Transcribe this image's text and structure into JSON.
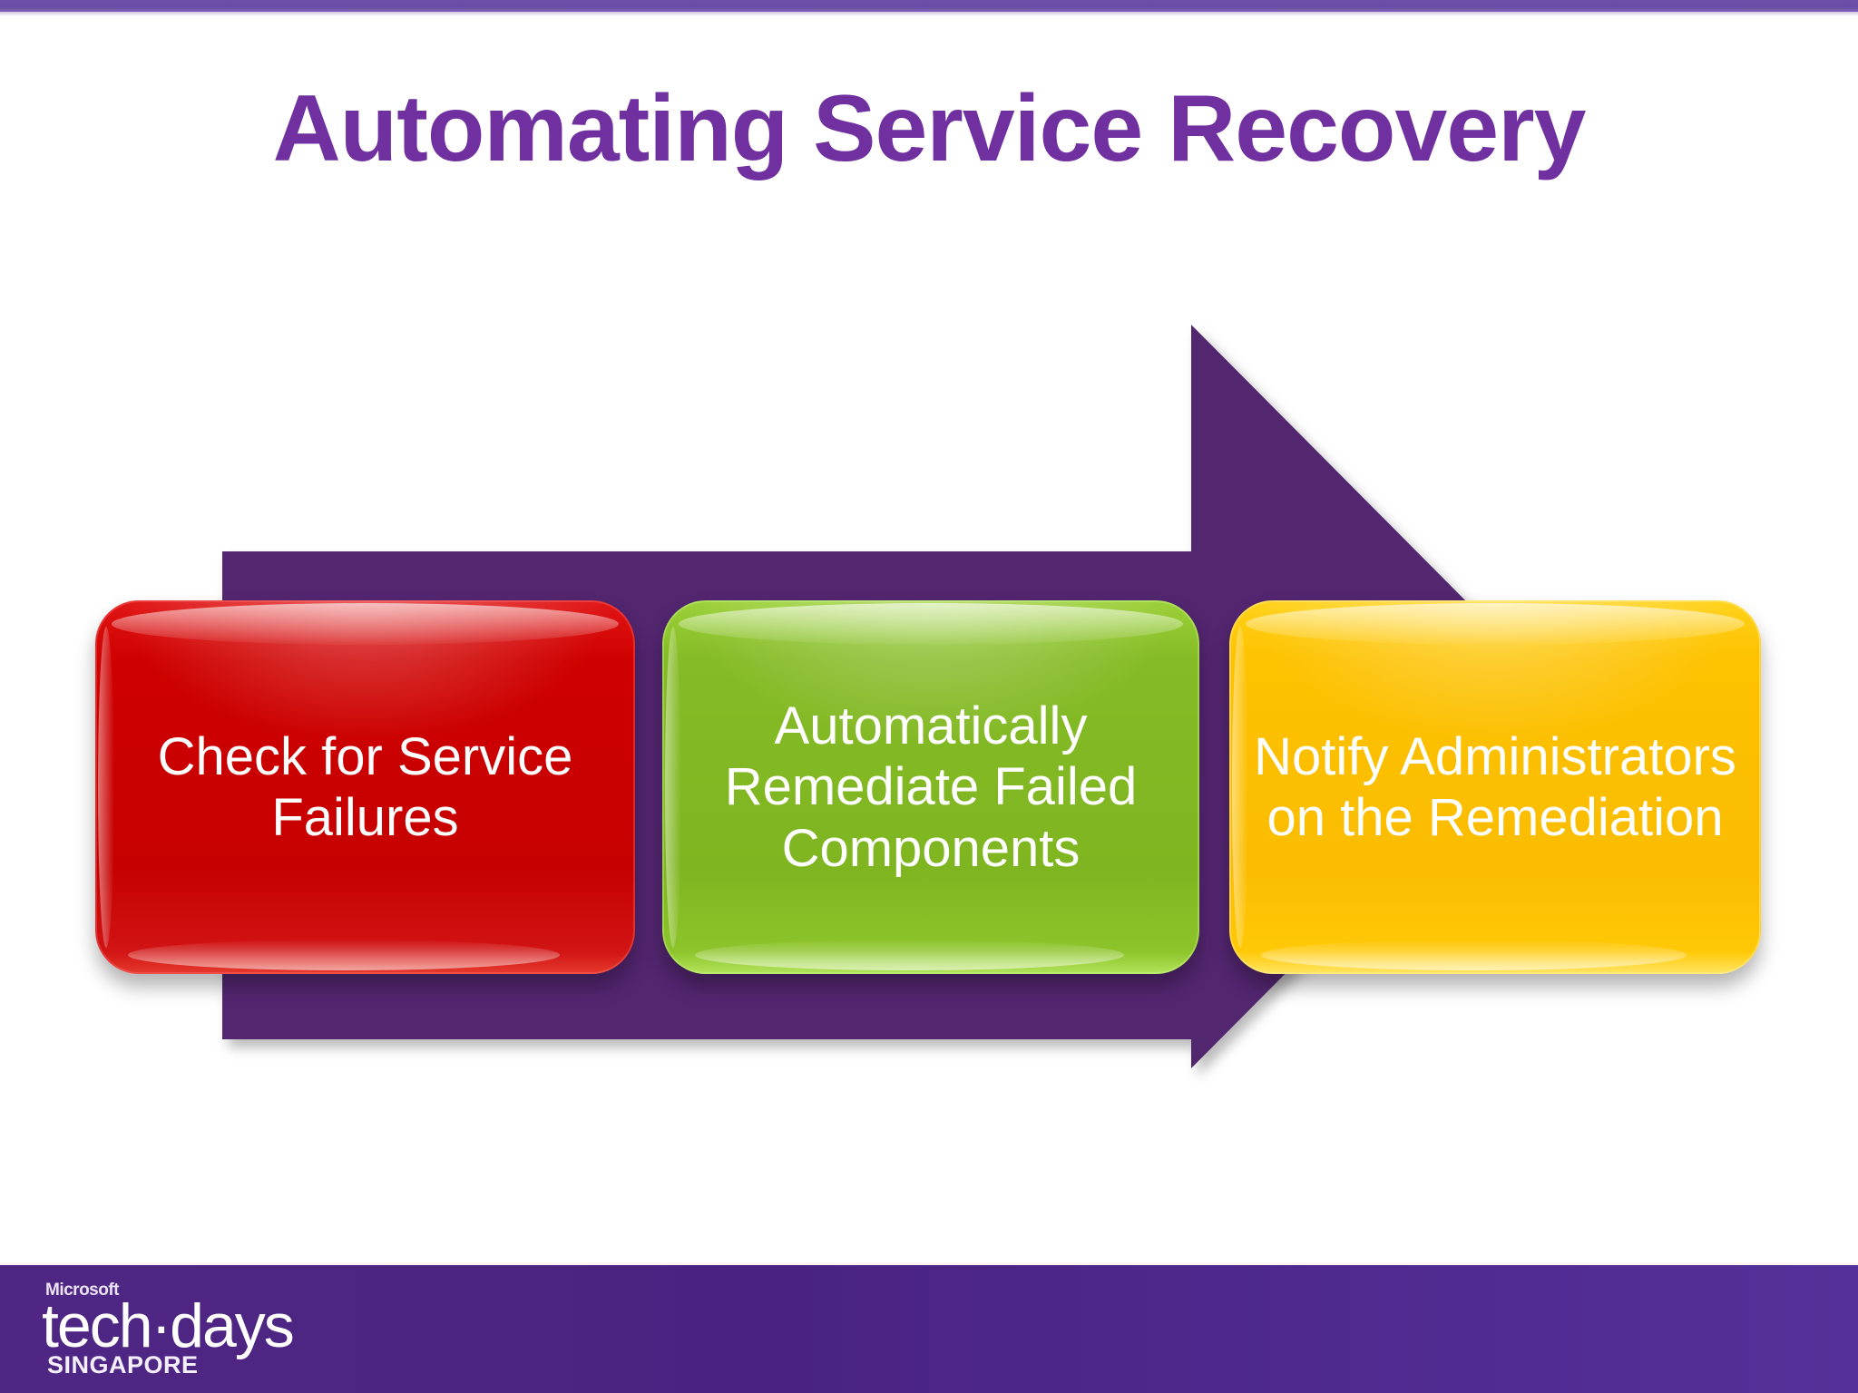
{
  "slide": {
    "title": "Automating Service Recovery",
    "background_color": "#ffffff",
    "title_color": "#7030A0",
    "accent_purple": "#4F2683",
    "arrow_color": "#53276F"
  },
  "process": {
    "direction": "left-to-right",
    "steps": [
      {
        "id": "check",
        "label": "Check for Service Failures",
        "color": "#C60000",
        "color_name": "red"
      },
      {
        "id": "remediate",
        "label": "Automatically Remediate Failed Components",
        "color": "#7FB520",
        "color_name": "green"
      },
      {
        "id": "notify",
        "label": "Notify Administrators on the Remediation",
        "color": "#FBBC00",
        "color_name": "yellow"
      }
    ]
  },
  "footer": {
    "logo": {
      "brand": "Microsoft",
      "event": "tech·days",
      "location": "SINGAPORE"
    },
    "band_color": "#4F2683"
  }
}
